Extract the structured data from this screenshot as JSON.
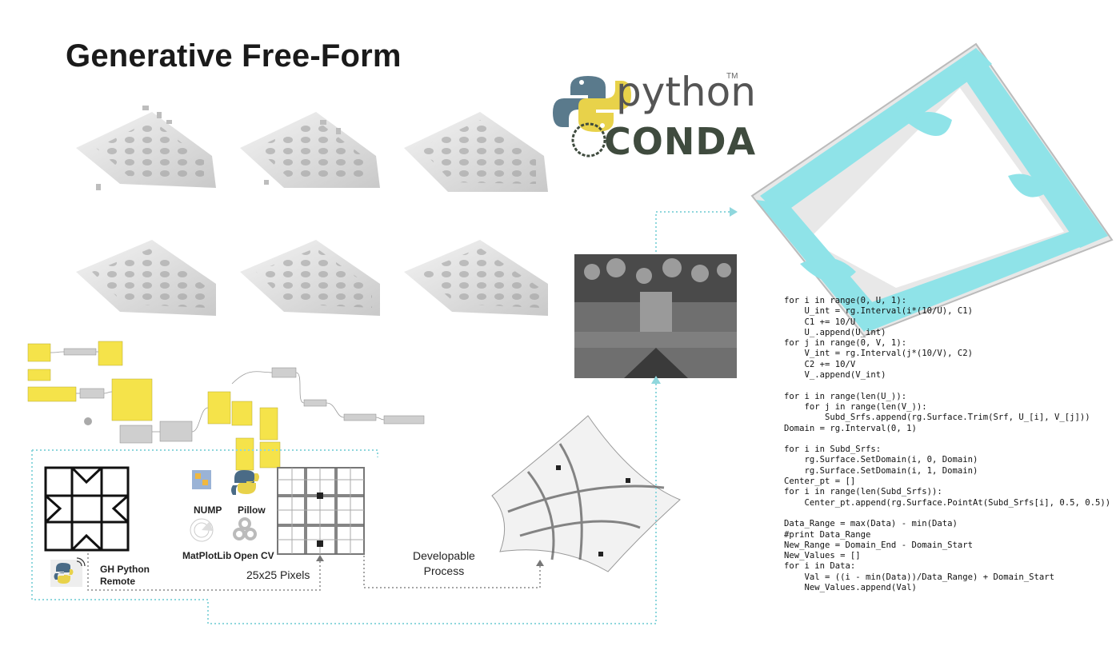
{
  "title": "Generative Free-Form",
  "logos": {
    "python": "python",
    "python_tm": "TM",
    "conda": "CONDA"
  },
  "libraries": [
    {
      "label": "NUMP",
      "icon": "numpy-cube-icon"
    },
    {
      "label": "Pillow",
      "icon": "pillow-python-icon"
    },
    {
      "label": "MatPlotLib",
      "icon": "matplotlib-radar-icon"
    },
    {
      "label": "Open CV",
      "icon": "opencv-rings-icon"
    }
  ],
  "labels": {
    "gh_python_remote": "GH Python\nRemote",
    "pixels": "25x25 Pixels",
    "developable": "Developable\nProcess"
  },
  "code": "for i in range(0, U, 1):\n    U_int = rg.Interval(i*(10/U), C1)\n    C1 += 10/U\n    U_.append(U_int)\nfor j in range(0, V, 1):\n    V_int = rg.Interval(j*(10/V), C2)\n    C2 += 10/V\n    V_.append(V_int)\n\nfor i in range(len(U_)):\n    for j in range(len(V_)):\n        Subd_Srfs.append(rg.Surface.Trim(Srf, U_[i], V_[j]))\nDomain = rg.Interval(0, 1)\n\nfor i in Subd_Srfs:\n    rg.Surface.SetDomain(i, 0, Domain)\n    rg.Surface.SetDomain(i, 1, Domain)\nCenter_pt = []\nfor i in range(len(Subd_Srfs)):\n    Center_pt.append(rg.Surface.PointAt(Subd_Srfs[i], 0.5, 0.5))\n\nData_Range = max(Data) - min(Data)\n#print Data_Range\nNew_Range = Domain_End - Domain_Start\nNew_Values = []\nfor i in Data:\n    Val = ((i - min(Data))/Data_Range) + Domain_Start\n    New_Values.append(Val)",
  "colors": {
    "accent_cyan": "#8fe3e8",
    "node_yellow": "#f5e34a",
    "dotted_gray": "#888888"
  }
}
